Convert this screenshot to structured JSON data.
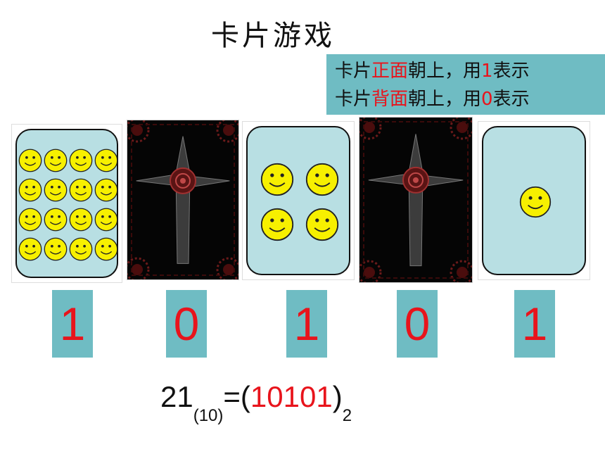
{
  "title": "卡片游戏",
  "legend": {
    "line1": {
      "a": "卡片",
      "b": "正面",
      "c": "朝上，用",
      "d": "1",
      "e": "表示"
    },
    "line2": {
      "a": "卡片",
      "b": "背面",
      "c": "朝上，用",
      "d": "0",
      "e": "表示"
    }
  },
  "cards": [
    {
      "side": "front",
      "smileys": 16
    },
    {
      "side": "back",
      "smileys": 0
    },
    {
      "side": "front",
      "smileys": 4
    },
    {
      "side": "back",
      "smileys": 0
    },
    {
      "side": "front",
      "smileys": 1
    }
  ],
  "digits": [
    "1",
    "0",
    "1",
    "0",
    "1"
  ],
  "formula": {
    "decimal": "21",
    "decimal_base": "(10)",
    "equals_open": "=(",
    "binary": "10101",
    "close": ")",
    "binary_base": "2"
  },
  "colors": {
    "accent": "#6fbcc3",
    "red": "#e8141c",
    "card_face": "#b8dfe3",
    "smiley": "#f7f000"
  }
}
